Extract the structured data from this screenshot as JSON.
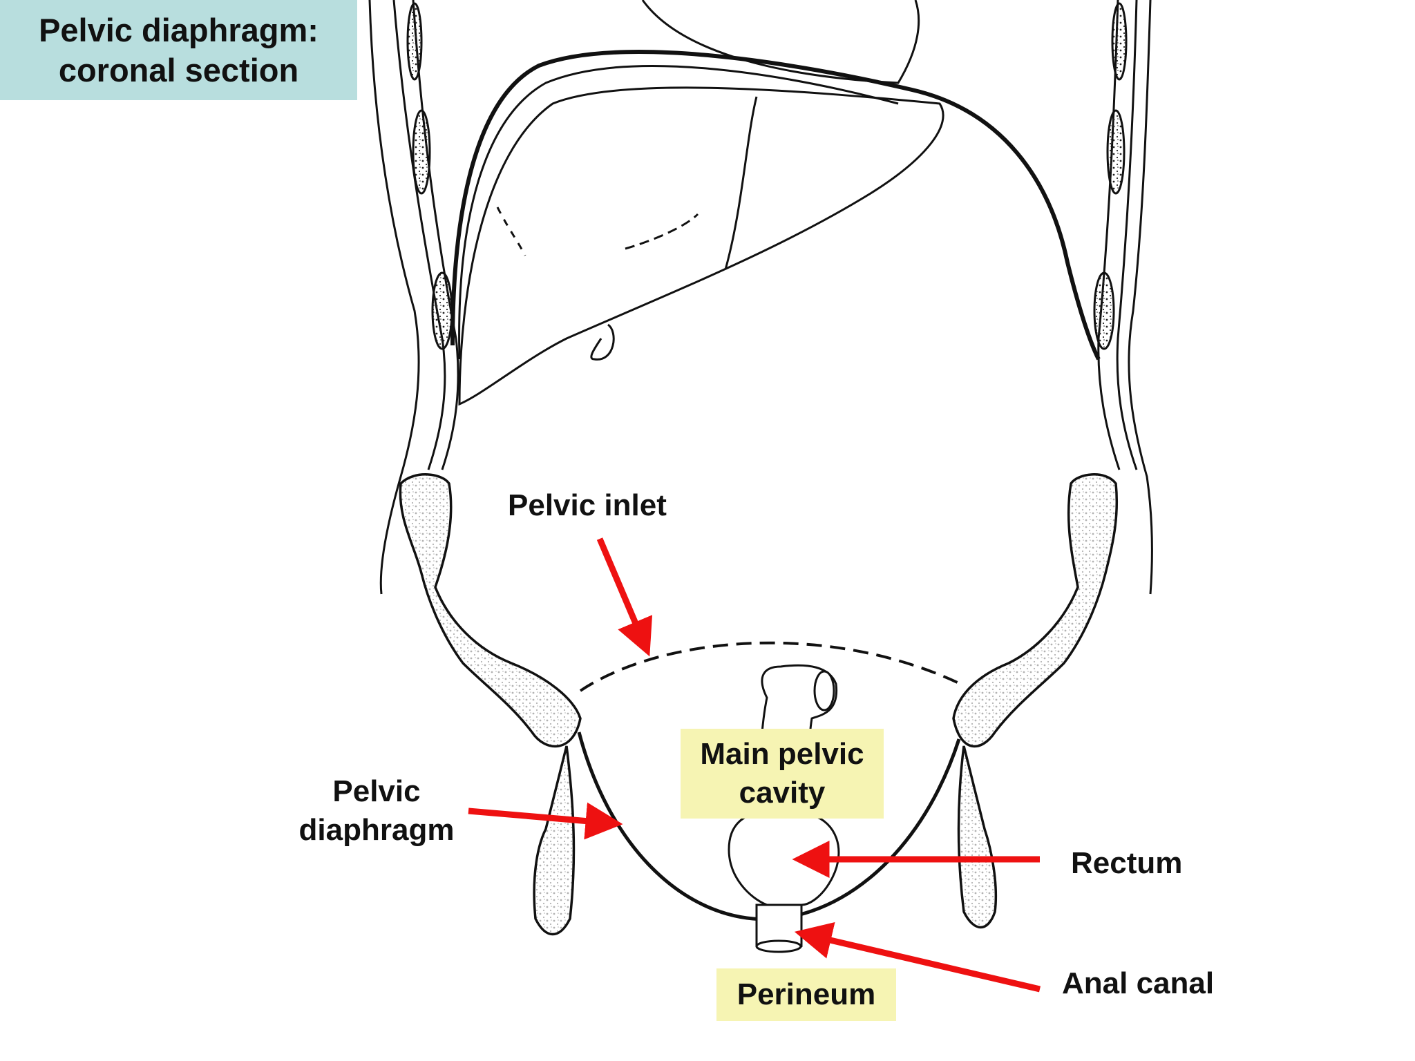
{
  "title": {
    "line1": "Pelvic diaphragm:",
    "line2": "coronal section"
  },
  "labels": {
    "pelvic_inlet": "Pelvic inlet",
    "pelvic_diaphragm_line1": "Pelvic",
    "pelvic_diaphragm_line2": "diaphragm",
    "main_pelvic_cavity_line1": "Main pelvic",
    "main_pelvic_cavity_line2": "cavity",
    "rectum": "Rectum",
    "anal_canal": "Anal canal",
    "perineum": "Perineum"
  },
  "colors": {
    "title_bg": "#b8dede",
    "highlight_bg": "#f6f4b3",
    "arrow": "#ee1111",
    "line": "#111111"
  }
}
